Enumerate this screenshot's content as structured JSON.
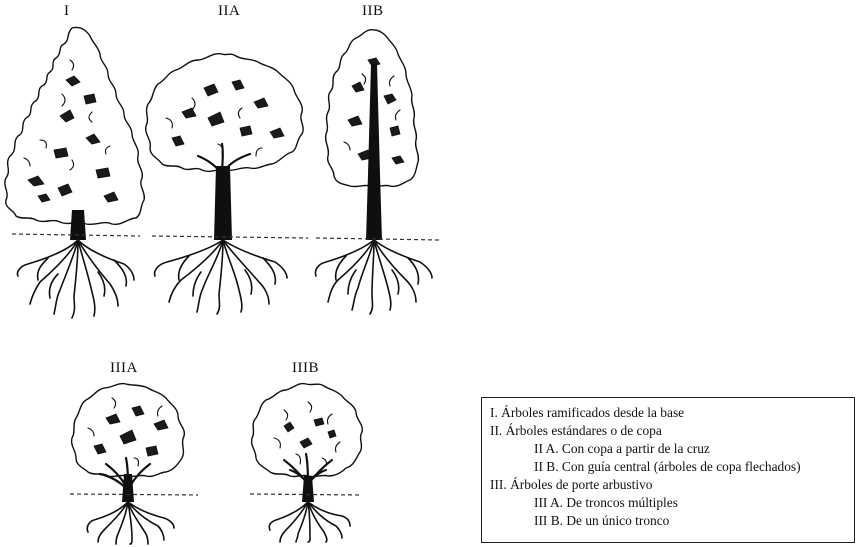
{
  "figure": {
    "labels": {
      "I": "I",
      "IIA": "IIA",
      "IIB": "IIB",
      "IIIA": "IIIA",
      "IIIB": "IIIB"
    }
  },
  "legend": {
    "lines": [
      {
        "text": "I. Árboles ramificados desde la base",
        "indent": false
      },
      {
        "text": "II. Árboles estándares o de copa",
        "indent": false
      },
      {
        "text": "II A. Con copa a partir de la cruz",
        "indent": true
      },
      {
        "text": "II B. Con guía central (árboles de copa flechados)",
        "indent": true
      },
      {
        "text": "III. Árboles de porte arbustivo",
        "indent": false
      },
      {
        "text": "III A. De troncos múltiples",
        "indent": true
      },
      {
        "text": "III B. De un único tronco",
        "indent": true
      }
    ]
  }
}
